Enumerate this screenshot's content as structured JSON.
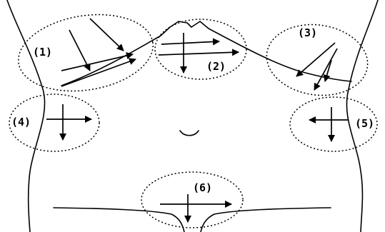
{
  "diagram": {
    "colors": {
      "stroke": "#000000",
      "background": "#ffffff"
    },
    "zones": [
      {
        "id": "1",
        "label": "(1)"
      },
      {
        "id": "2",
        "label": "(2)"
      },
      {
        "id": "3",
        "label": "(3)"
      },
      {
        "id": "4",
        "label": "(4)"
      },
      {
        "id": "5",
        "label": "(5)"
      },
      {
        "id": "6",
        "label": "(6)"
      }
    ]
  }
}
